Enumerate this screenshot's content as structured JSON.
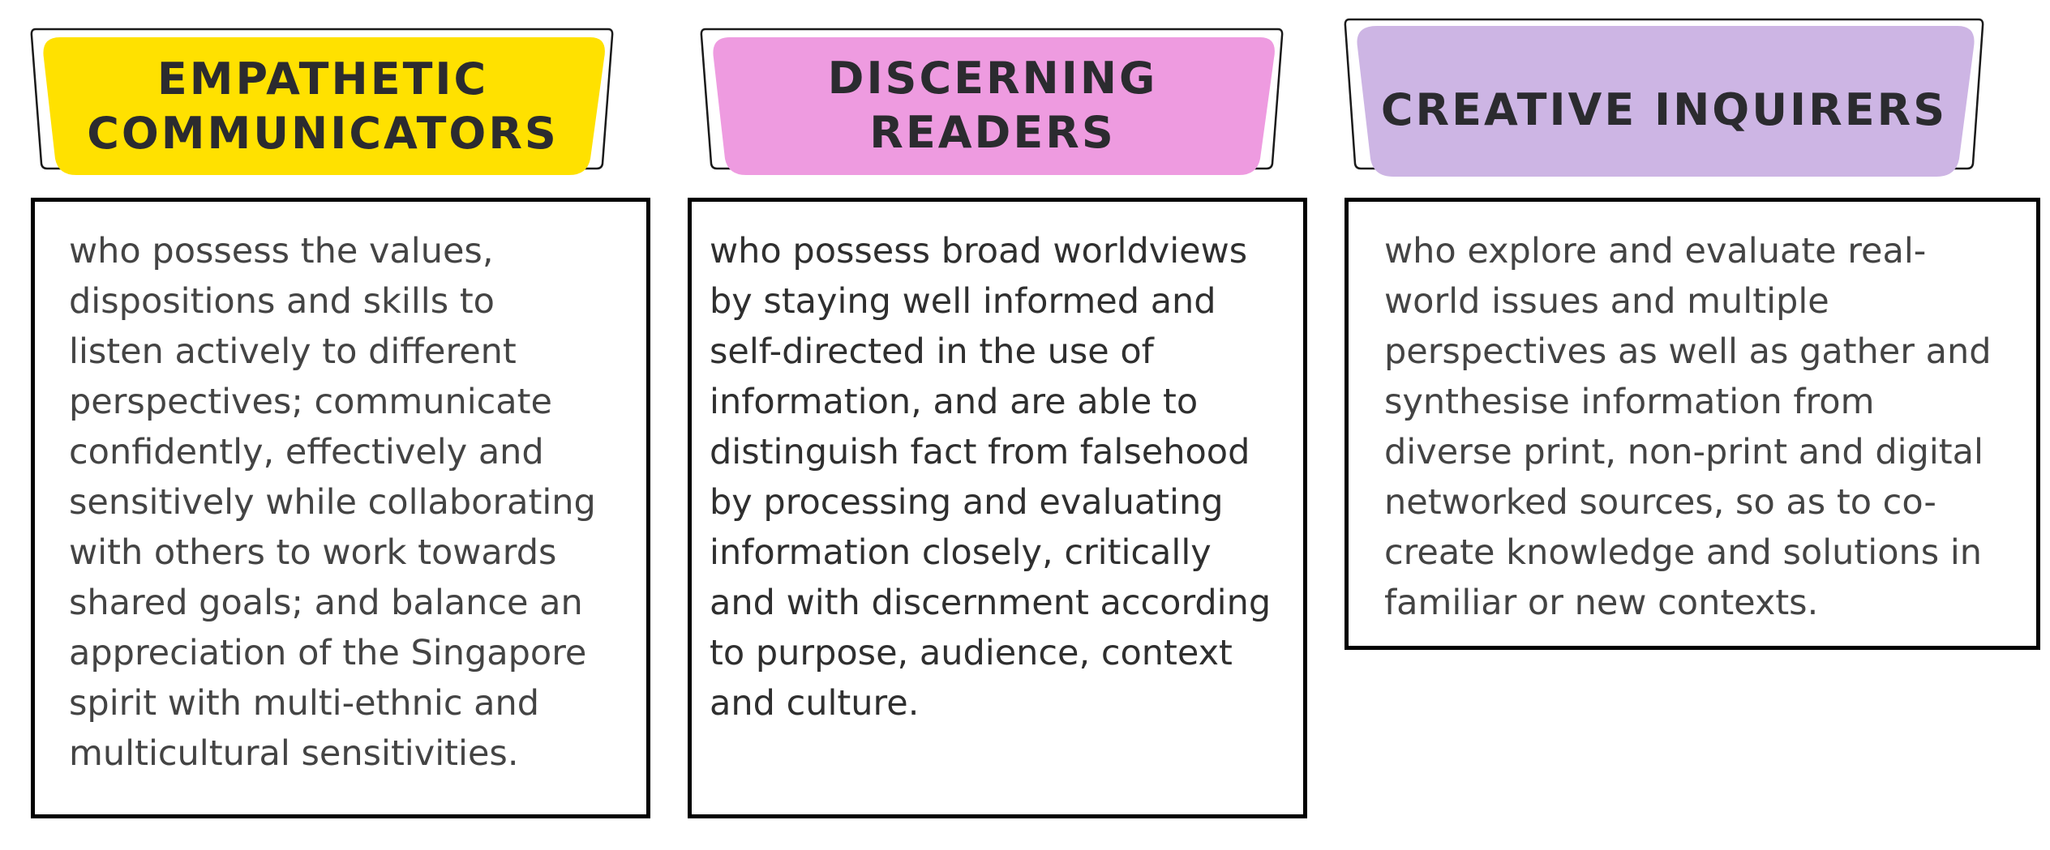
{
  "columns": [
    {
      "title": "EMPATHETIC\nCOMMUNICATORS",
      "color": "#FFE100",
      "description": "who possess the values,\ndispositions and skills to\nlisten actively to different\nperspectives; communicate\nconfidently, effectively and\nsensitively while collaborating\nwith others to work towards\nshared goals; and balance an\nappreciation of the Singapore\nspirit with multi-ethnic and\nmulticultural sensitivities."
    },
    {
      "title": "DISCERNING\nREADERS",
      "color": "#EE9BE0",
      "description": "who possess broad worldviews\nby staying well informed and\nself-directed in the use of\ninformation, and are able to\ndistinguish fact from falsehood\nby processing and evaluating\ninformation closely, critically\nand with discernment according\nto purpose, audience, context\nand culture."
    },
    {
      "title": "CREATIVE INQUIRERS",
      "color": "#CDB5E4",
      "description": "who explore and evaluate real-\nworld issues and multiple\nperspectives as well as gather and\nsynthesise information from\ndiverse print, non-print and digital\nnetworked sources, so as to co-\ncreate knowledge and solutions in\nfamiliar or new contexts."
    }
  ]
}
